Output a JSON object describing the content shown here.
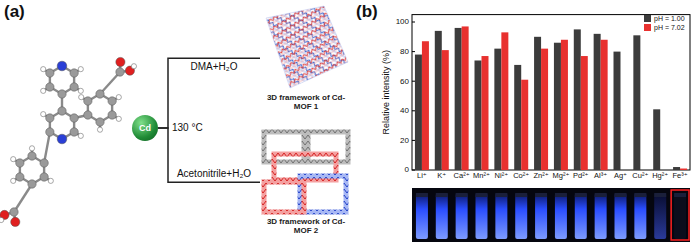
{
  "diagram": {
    "nodes": [
      {
        "text": [
          "Cd"
        ]
      },
      {
        "text": [
          "3D framework of Cd-MOF 1"
        ]
      },
      {
        "text": [
          "3D framework of Cd-MOF 2"
        ]
      }
    ],
    "edges": [
      {
        "from": 0,
        "to": 1,
        "arrow": "none",
        "label": "DMA+H₂O"
      },
      {
        "from": 0,
        "to": 2,
        "arrow": "none",
        "label": "Acetonitrile+H₂O"
      }
    ],
    "labels": [
      "(a)",
      "130 °C",
      "(b)",
      "Relative intensity (%)",
      "100",
      "80",
      "60",
      "40",
      "20",
      "0",
      "Li⁺",
      "K⁺",
      "Ca²⁺",
      "Mn²⁺",
      "Ni²⁺",
      "Co²⁺",
      "Zn²⁺",
      "Mg²⁺",
      "Pd²⁺",
      "Al³⁺",
      "Ag⁺",
      "Cu²⁺",
      "Hg²⁺",
      "Fe³⁺"
    ],
    "legend": [
      {
        "text": "pH = 1.00",
        "color": "#3c3c3c"
      },
      {
        "text": "pH = 7.02",
        "color": "#e8312f"
      }
    ]
  }
}
